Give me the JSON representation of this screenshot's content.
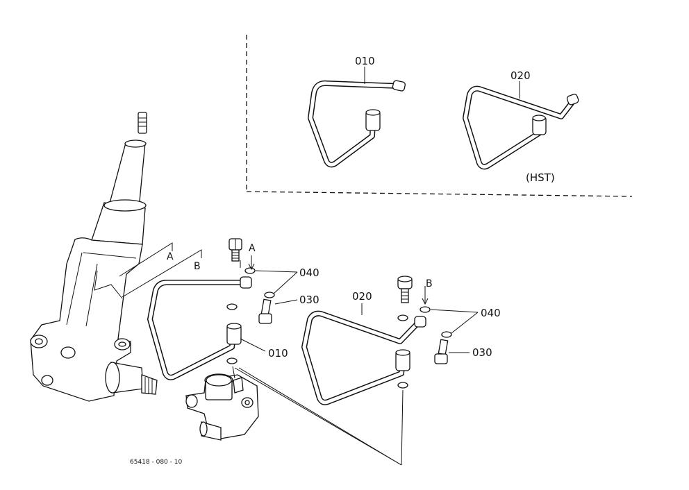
{
  "callouts": {
    "inset_pipe_010": "010",
    "inset_pipe_020": "020",
    "inset_note": "(HST)",
    "pipe_010": "010",
    "pipe_020": "020",
    "washer_040_left": "040",
    "washer_040_right": "040",
    "bolt_030_left": "030",
    "bolt_030_right": "030",
    "section_a_1": "A",
    "section_b_1": "B",
    "section_a_2": "A",
    "section_b_2": "B"
  },
  "drawing_code": "65418 - 080 - 10"
}
